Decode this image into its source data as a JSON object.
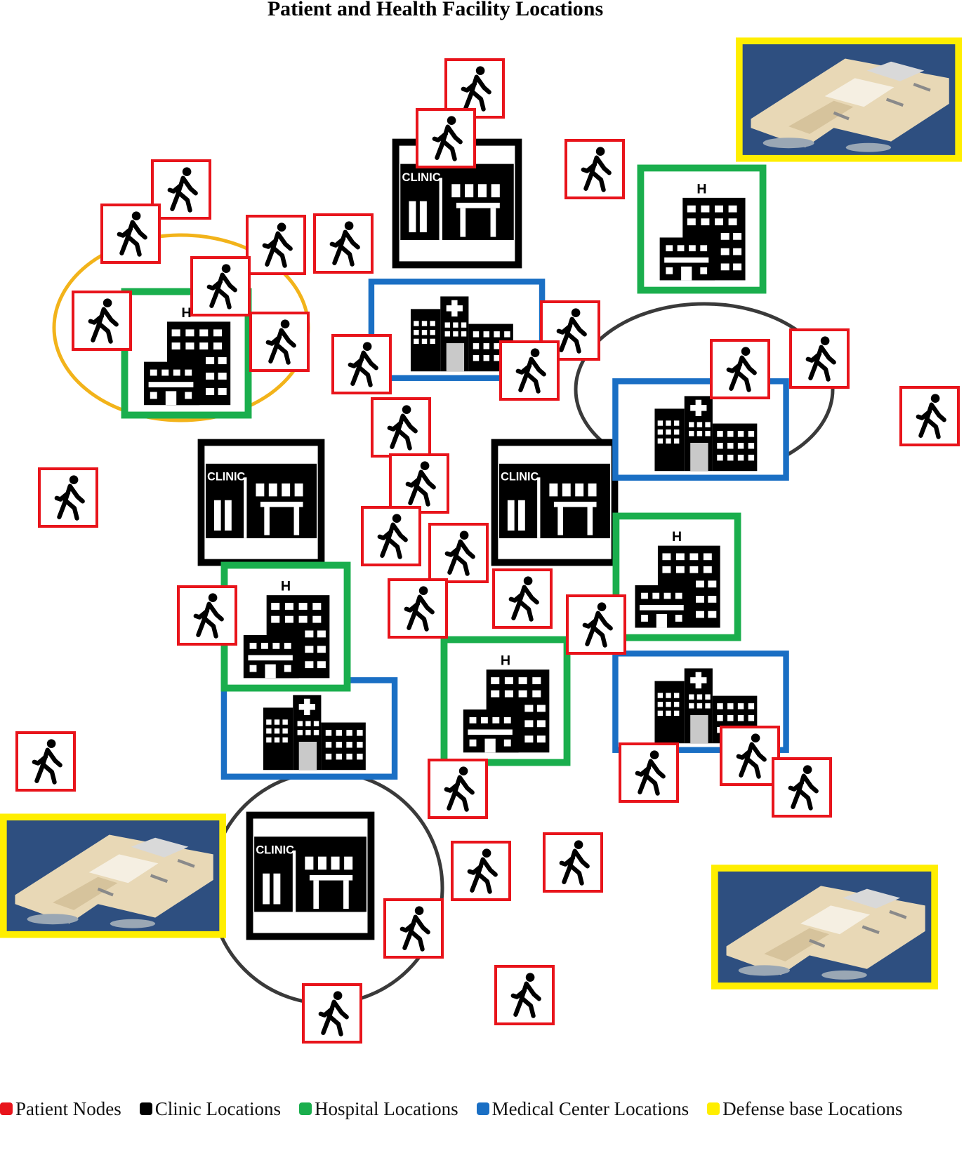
{
  "title": "Patient and Health Facility Locations",
  "legend": [
    {
      "key": "patient",
      "label": "Patient Nodes",
      "color": "#e8141b"
    },
    {
      "key": "clinic",
      "label": "Clinic Locations",
      "color": "#000000"
    },
    {
      "key": "hospital",
      "label": "Hospital Locations",
      "color": "#1aae4d"
    },
    {
      "key": "medical",
      "label": "Medical Center Locations",
      "color": "#1a6fc4"
    },
    {
      "key": "defense",
      "label": "Defense base Locations",
      "color": "#ffee00"
    }
  ],
  "icons": {
    "patient": "walking-person-icon",
    "clinic": "clinic-building-icon",
    "hospital": "hospital-building-icon",
    "medical": "medical-center-building-icon",
    "defense": "naval-base-icon"
  },
  "clinic_sign_text": "CLINIC",
  "hospital_sign_text": "H",
  "colors": {
    "circle_gold": "#f2b31a",
    "circle_dark": "#3a3a3a",
    "sea": "#2e4f80"
  }
}
